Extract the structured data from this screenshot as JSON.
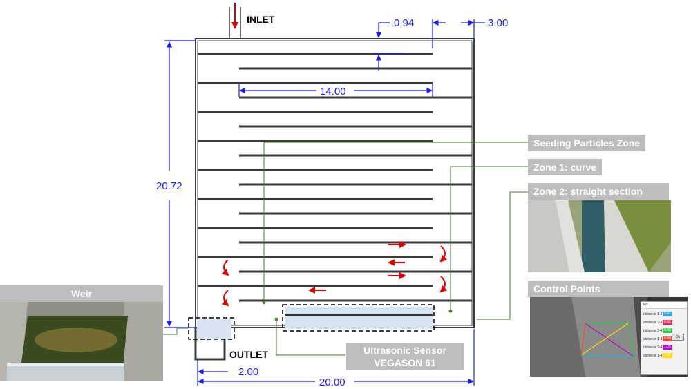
{
  "labels": {
    "inlet": "INLET",
    "outlet": "OUTLET",
    "seeding": "Seeding Particles Zone",
    "zone1": "Zone 1: curve",
    "zone2": "Zone 2: straight section",
    "control_points": "Control Points",
    "weir": "Weir",
    "sensor_line1": "Ultrasonic Sensor",
    "sensor_line2": "VEGASON 61"
  },
  "dimensions": {
    "baffle_gap": "0.94",
    "end_gap": "3.00",
    "baffle_length": "14.00",
    "height": "20.72",
    "outlet_width": "2.00",
    "width": "20.00"
  },
  "dialog": {
    "title": "Po...",
    "button": "Ok",
    "rows": [
      {
        "label": "distance 1-2",
        "value": "5.47",
        "color": "#39a8f0"
      },
      {
        "label": "distance 2-3",
        "value": "0.00",
        "color": "#e0245e"
      },
      {
        "label": "distance 3-4",
        "value": "0.00",
        "color": "#2ecc40"
      },
      {
        "label": "distance 1-3",
        "value": "0.00",
        "color": "#ff4136"
      },
      {
        "label": "distance 2-4",
        "value": "1.25",
        "color": "#b10dc9"
      },
      {
        "label": "distance 1-4",
        "value": "1.25",
        "color": "#ffdc00"
      }
    ]
  },
  "colors": {
    "structure": "#3a3a3a",
    "dimension": "#1a1aff",
    "flow_arrow": "#e00000",
    "leader": "#4a7a2a",
    "label_bg": "#bdbdbd"
  }
}
